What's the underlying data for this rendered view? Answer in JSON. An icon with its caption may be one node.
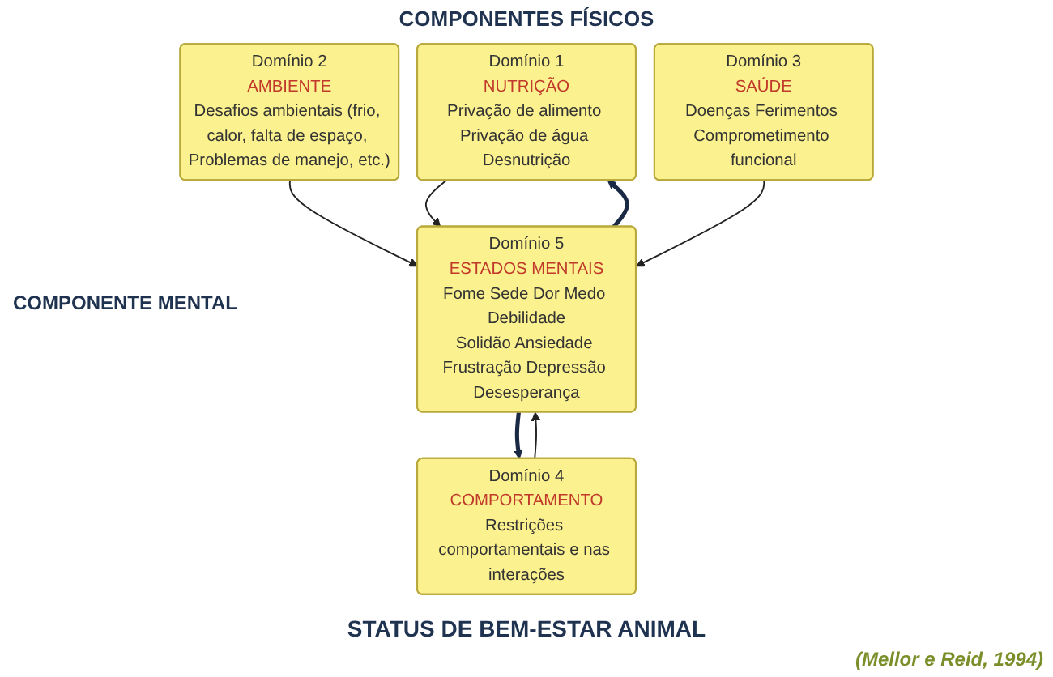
{
  "diagram": {
    "nodes": [
      {
        "text": [
          "Domínio 1",
          "NUTRIÇÃO",
          "Privação de alimento Privação de água Desnutrição"
        ]
      },
      {
        "text": [
          "Domínio 2",
          "AMBIENTE",
          "Desafios ambientais (frio, calor, falta de espaço, Problemas de manejo, etc.)"
        ]
      },
      {
        "text": [
          "Domínio 3",
          "SAÚDE",
          "Doenças Ferimentos Comprometimento funcional"
        ]
      },
      {
        "text": [
          "Domínio 4",
          "COMPORTAMENTO",
          "Restrições comportamentais e nas interações"
        ]
      },
      {
        "text": [
          "Domínio 5",
          "ESTADOS MENTAIS",
          "Fome Sede Dor Medo Debilidade",
          "Solidão Ansiedade Frustração Depressão Desesperança"
        ]
      }
    ],
    "edges": [
      {
        "from": 0,
        "to": 4,
        "arrow": "to"
      },
      {
        "from": 1,
        "to": 4,
        "arrow": "to"
      },
      {
        "from": 2,
        "to": 4,
        "arrow": "to"
      },
      {
        "from": 3,
        "to": 4,
        "arrow": "to"
      },
      {
        "from": 4,
        "to": 0,
        "arrow": "to",
        "style": "thick",
        "color": "#1b2a44"
      },
      {
        "from": 4,
        "to": 3,
        "arrow": "to",
        "style": "thick",
        "color": "#1b2a44"
      }
    ],
    "labels": [
      "COMPONENTES FÍSICOS",
      "COMPONENTE MENTAL",
      "STATUS DE BEM-ESTAR ANIMAL",
      "(Mellor e Reid, 1994)"
    ]
  }
}
